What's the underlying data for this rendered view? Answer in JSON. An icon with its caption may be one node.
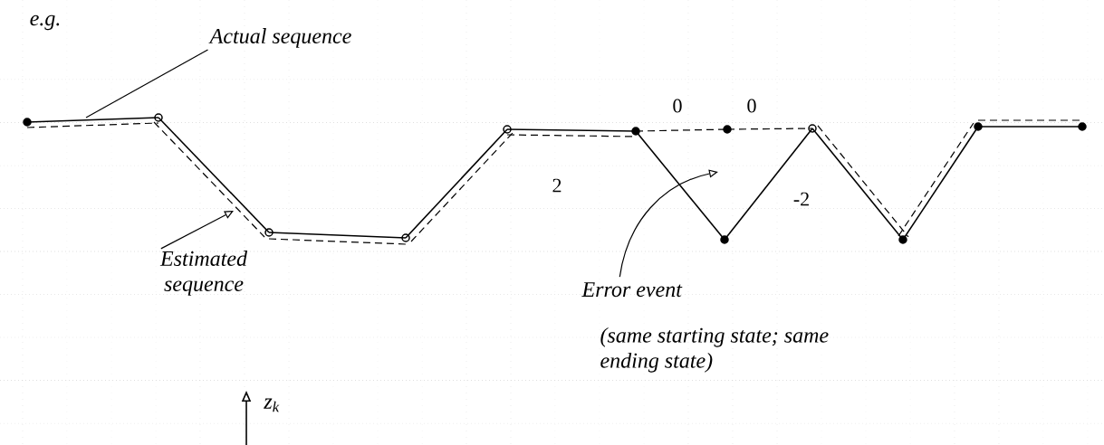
{
  "diagram": {
    "nodes": [
      {
        "text": [],
        "shape": "circle"
      },
      {
        "text": [],
        "shape": "circle"
      },
      {
        "text": [],
        "shape": "circle"
      },
      {
        "text": [],
        "shape": "circle"
      },
      {
        "text": [],
        "shape": "circle"
      },
      {
        "text": [],
        "shape": "circle"
      },
      {
        "text": [],
        "shape": "circle"
      },
      {
        "text": [],
        "shape": "circle"
      },
      {
        "text": [],
        "shape": "circle"
      },
      {
        "text": [],
        "shape": "circle"
      },
      {
        "text": [],
        "shape": "circle"
      },
      {
        "text": [],
        "shape": "circle"
      },
      {
        "text": [
          "Actual sequence"
        ]
      },
      {
        "text": [
          "Estimated sequence"
        ]
      },
      {
        "text": [
          "Error event",
          "(same starting state; same ending state)"
        ]
      }
    ],
    "edges": [
      {
        "from": 0,
        "to": 1,
        "arrow": "none"
      },
      {
        "from": 1,
        "to": 2,
        "arrow": "none"
      },
      {
        "from": 2,
        "to": 3,
        "arrow": "none"
      },
      {
        "from": 3,
        "to": 4,
        "arrow": "none"
      },
      {
        "from": 4,
        "to": 5,
        "arrow": "none"
      },
      {
        "from": 5,
        "to": 8,
        "label": "2",
        "arrow": "none"
      },
      {
        "from": 8,
        "to": 7,
        "label": "-2",
        "arrow": "none"
      },
      {
        "from": 7,
        "to": 9,
        "arrow": "none"
      },
      {
        "from": 9,
        "to": 10,
        "arrow": "none"
      },
      {
        "from": 10,
        "to": 11,
        "arrow": "none"
      },
      {
        "from": 0,
        "to": 1,
        "arrow": "none",
        "style": "dashed"
      },
      {
        "from": 1,
        "to": 2,
        "arrow": "none",
        "style": "dashed"
      },
      {
        "from": 2,
        "to": 3,
        "arrow": "none",
        "style": "dashed"
      },
      {
        "from": 3,
        "to": 4,
        "arrow": "none",
        "style": "dashed"
      },
      {
        "from": 4,
        "to": 5,
        "arrow": "none",
        "style": "dashed"
      },
      {
        "from": 5,
        "to": 6,
        "label": "0",
        "arrow": "none",
        "style": "dashed"
      },
      {
        "from": 6,
        "to": 7,
        "label": "0",
        "arrow": "none",
        "style": "dashed"
      },
      {
        "from": 7,
        "to": 9,
        "arrow": "none",
        "style": "dashed"
      },
      {
        "from": 9,
        "to": 10,
        "arrow": "none",
        "style": "dashed"
      },
      {
        "from": 10,
        "to": 11,
        "arrow": "none",
        "style": "dashed"
      },
      {
        "from": 12,
        "to": null,
        "arrow": "none"
      },
      {
        "from": 13,
        "to": null,
        "arrow": "to"
      },
      {
        "from": 14,
        "to": null,
        "arrow": "to"
      }
    ],
    "labels": [
      "e.g.",
      "z$_{k}$"
    ]
  }
}
